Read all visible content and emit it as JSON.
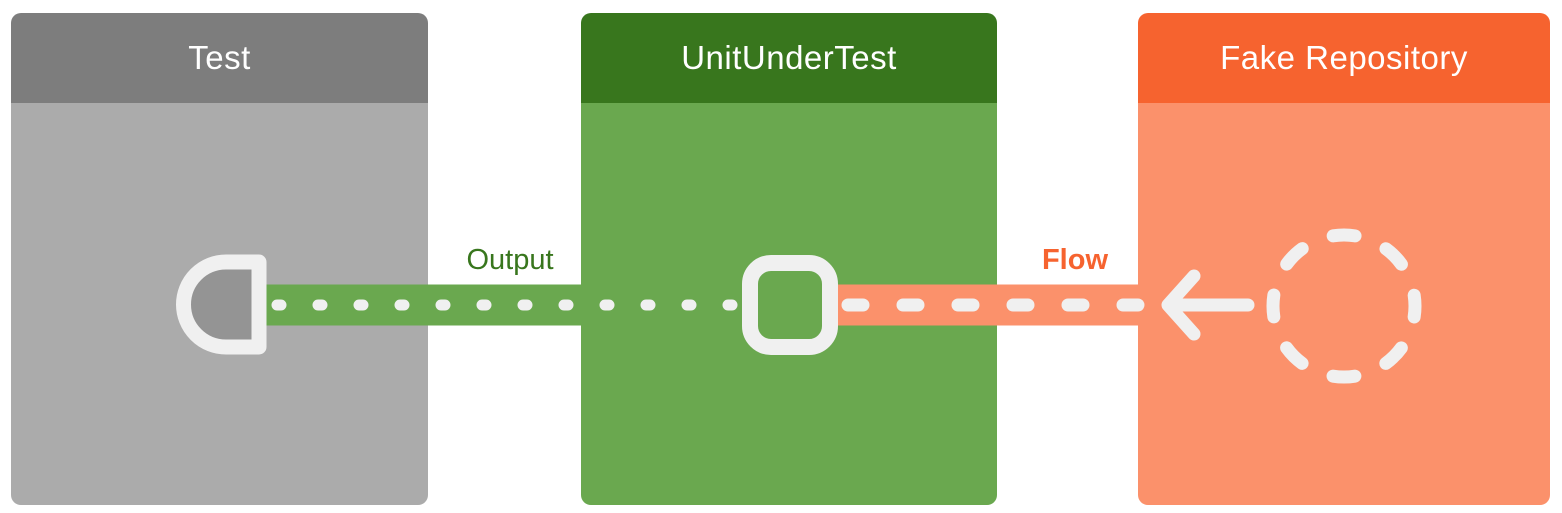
{
  "diagram": {
    "nodes": [
      {
        "id": "test",
        "title": "Test",
        "header_color": "#7d7d7d",
        "body_color": "#ababab"
      },
      {
        "id": "unit-under-test",
        "title": "UnitUnderTest",
        "header_color": "#38761d",
        "body_color": "#6aa84f"
      },
      {
        "id": "fake-repository",
        "title": "Fake Repository",
        "header_color": "#f6632f",
        "body_color": "#fb916b"
      }
    ],
    "connectors": [
      {
        "id": "output",
        "label": "Output",
        "style": "dotted",
        "band_color": "#6aa84f",
        "label_color": "#38761d",
        "from": "UnitUnderTest",
        "to": "Test"
      },
      {
        "id": "flow",
        "label": "Flow",
        "style": "dashed",
        "band_color": "#fb916b",
        "label_color": "#f6632f",
        "from": "Fake Repository",
        "to": "UnitUnderTest"
      }
    ],
    "icons": [
      {
        "name": "collector-icon",
        "node": "Test"
      },
      {
        "name": "unit-square-icon",
        "node": "UnitUnderTest"
      },
      {
        "name": "arrow-left-icon",
        "node": "Fake Repository"
      },
      {
        "name": "dashed-circle-icon",
        "node": "Fake Repository"
      }
    ]
  },
  "colors": {
    "canvas-bg": "#ffffff",
    "gray-header": "#7d7d7d",
    "gray-body": "#ababab",
    "green-header": "#38761d",
    "green-body": "#6aa84f",
    "orange-header": "#f6632f",
    "orange-body": "#fb916b",
    "icon-white": "#f0f0f0",
    "collector-fill": "#949494",
    "title-text": "#ffffff"
  }
}
